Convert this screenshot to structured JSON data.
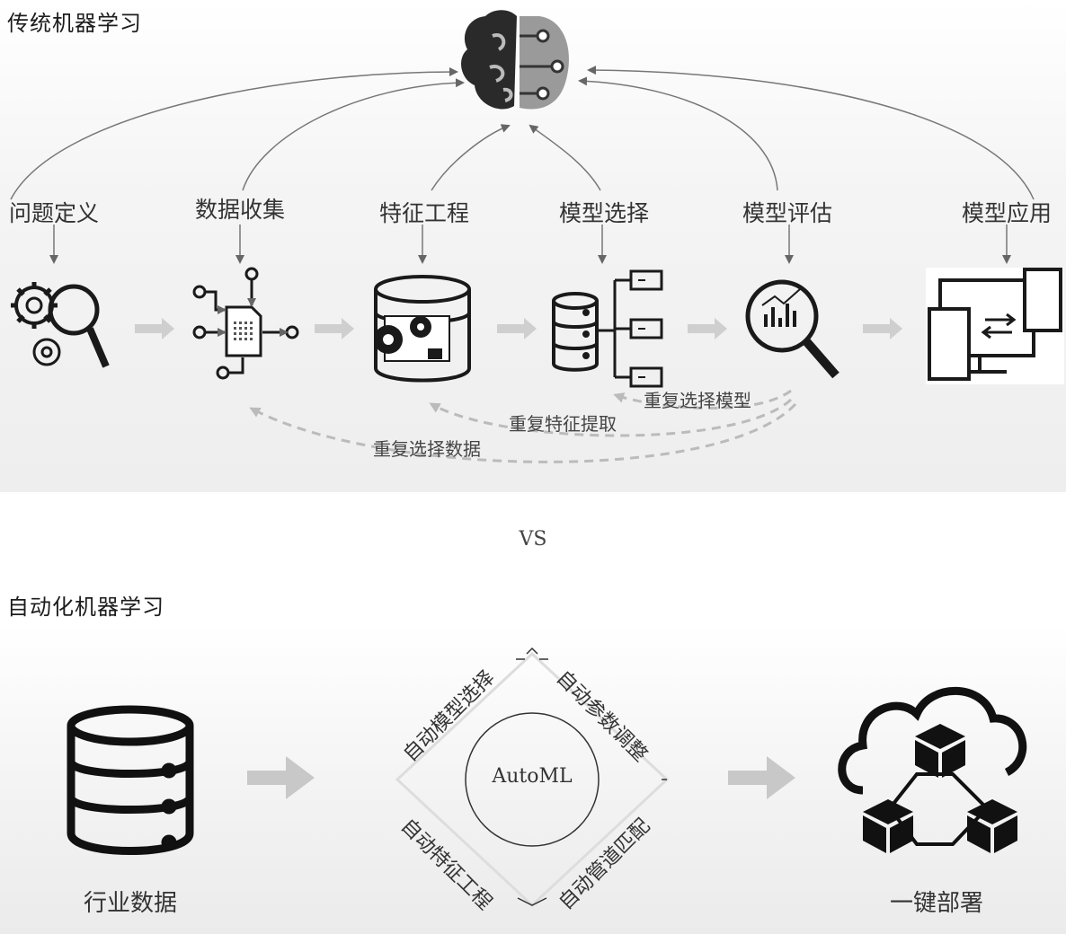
{
  "traditional": {
    "title": "传统机器学习",
    "steps": [
      "问题定义",
      "数据收集",
      "特征工程",
      "模型选择",
      "模型评估",
      "模型应用"
    ],
    "loops": [
      "重复选择模型",
      "重复特征提取",
      "重复选择数据"
    ]
  },
  "vs_label": "VS",
  "automated": {
    "title": "自动化机器学习",
    "input_label": "行业数据",
    "center_label": "AutoML",
    "diamond_labels": [
      "自动模型选择",
      "自动参数调整",
      "自动特征工程",
      "自动管道匹配"
    ],
    "output_label": "一键部署"
  },
  "icons": [
    "brain-circuit-icon",
    "gears-magnifier-icon",
    "data-collection-icon",
    "database-gears-icon",
    "database-tree-icon",
    "chart-magnifier-icon",
    "devices-icon",
    "database-icon",
    "cloud-cubes-icon"
  ],
  "colors": {
    "panel_bg": "#f0f0f0",
    "line": "#777777",
    "icon": "#1a1a1a",
    "arrow_light": "#cccccc"
  }
}
